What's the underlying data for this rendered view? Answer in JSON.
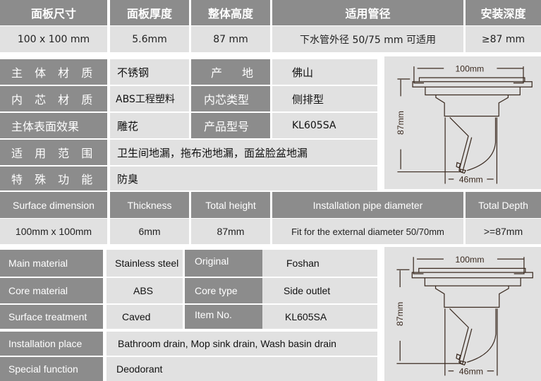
{
  "cn_header": {
    "labels": [
      "面板尺寸",
      "面板厚度",
      "整体高度",
      "适用管径",
      "安装深度"
    ],
    "values": [
      "100 x 100 mm",
      "5.6mm",
      "87 mm",
      "下水管外径 50/75 mm 可适用",
      "≥87 mm"
    ]
  },
  "cn_specs": {
    "main_material_label": "主 体 材 质",
    "main_material": "不锈钢",
    "origin_label": "产　地",
    "origin": "佛山",
    "core_material_label": "内 芯 材 质",
    "core_material": "ABS工程塑料",
    "core_type_label": "内芯类型",
    "core_type": "侧排型",
    "surface_label": "主体表面效果",
    "surface": "雕花",
    "model_label": "产品型号",
    "model": "KL605SA",
    "usage_label": "适 用 范 围",
    "usage": "卫生间地漏，拖布池地漏，面盆脸盆地漏",
    "function_label": "特 殊 功 能",
    "function": "防臭"
  },
  "en_header": {
    "labels": [
      "Surface dimension",
      "Thickness",
      "Total height",
      "Installation pipe diameter",
      "Total Depth"
    ],
    "values": [
      "100mm x 100mm",
      "6mm",
      "87mm",
      "Fit for the external diameter 50/70mm",
      ">=87mm"
    ]
  },
  "en_specs": {
    "main_material_label": "Main material",
    "main_material": "Stainless steel",
    "origin_label": "Original",
    "origin": "Foshan",
    "core_material_label": "Core material",
    "core_material": "ABS",
    "core_type_label": "Core type",
    "core_type": "Side outlet",
    "surface_label": "Surface treatment",
    "surface": "Caved",
    "model_label": "Item No.",
    "model": "KL605SA",
    "usage_label": "Installation place",
    "usage": "Bathroom drain, Mop sink drain, Wash basin drain",
    "function_label": "Special function",
    "function": "Deodorant"
  },
  "diagram": {
    "width_label": "100mm",
    "height_label": "87mm",
    "outlet_label": "46mm"
  }
}
